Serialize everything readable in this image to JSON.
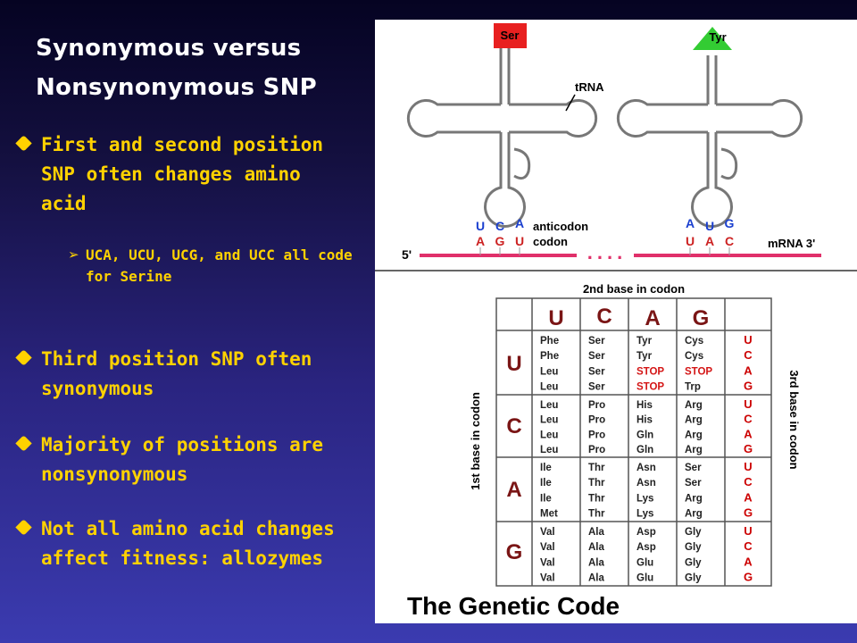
{
  "title_line1": "Synonymous versus",
  "title_line2": "Nonsynonymous SNP",
  "bullets": {
    "b1": "First and second position SNP often changes amino acid",
    "b1_sub": "UCA, UCU, UCG, and UCC all code for Serine",
    "b2": "Third position SNP often synonymous",
    "b3": "Majority of positions are nonsynonymous",
    "b4": "Not all amino acid changes affect fitness: allozymes"
  },
  "colors": {
    "bullet_yellow": "#ffd200",
    "title_white": "#ffffff",
    "codon_red": "#cc0000",
    "strand_pink": "#e0306a",
    "ser_box": "#e82020",
    "tyr_box": "#33cc33"
  },
  "figure": {
    "trna": {
      "ser_label": "Ser",
      "tyr_label": "Tyr",
      "trna_label": "tRNA",
      "anticodon_label": "anticodon",
      "codon_label": "codon",
      "five_prime": "5'",
      "mrna_label": "mRNA 3'",
      "dots": "....",
      "left_anticodon": [
        "U",
        "C",
        "A"
      ],
      "left_codon": [
        "A",
        "G",
        "U"
      ],
      "right_anticodon": [
        "A",
        "U",
        "G"
      ],
      "right_codon": [
        "U",
        "A",
        "C"
      ]
    },
    "table": {
      "second_base_title": "2nd base in codon",
      "first_base_title": "1st base in codon",
      "third_base_title": "3rd base in codon",
      "col_headers": [
        "U",
        "C",
        "A",
        "G"
      ],
      "row_headers": [
        "U",
        "C",
        "A",
        "G"
      ],
      "third_bases": [
        "U",
        "C",
        "A",
        "G"
      ],
      "cells": [
        [
          [
            "Phe",
            "Phe",
            "Leu",
            "Leu"
          ],
          [
            "Ser",
            "Ser",
            "Ser",
            "Ser"
          ],
          [
            "Tyr",
            "Tyr",
            "STOP",
            "STOP"
          ],
          [
            "Cys",
            "Cys",
            "STOP",
            "Trp"
          ]
        ],
        [
          [
            "Leu",
            "Leu",
            "Leu",
            "Leu"
          ],
          [
            "Pro",
            "Pro",
            "Pro",
            "Pro"
          ],
          [
            "His",
            "His",
            "Gln",
            "Gln"
          ],
          [
            "Arg",
            "Arg",
            "Arg",
            "Arg"
          ]
        ],
        [
          [
            "Ile",
            "Ile",
            "Ile",
            "Met"
          ],
          [
            "Thr",
            "Thr",
            "Thr",
            "Thr"
          ],
          [
            "Asn",
            "Asn",
            "Lys",
            "Lys"
          ],
          [
            "Ser",
            "Ser",
            "Arg",
            "Arg"
          ]
        ],
        [
          [
            "Val",
            "Val",
            "Val",
            "Val"
          ],
          [
            "Ala",
            "Ala",
            "Ala",
            "Ala"
          ],
          [
            "Asp",
            "Asp",
            "Glu",
            "Glu"
          ],
          [
            "Gly",
            "Gly",
            "Gly",
            "Gly"
          ]
        ]
      ],
      "stop_label": "STOP"
    },
    "caption": "The Genetic Code"
  }
}
